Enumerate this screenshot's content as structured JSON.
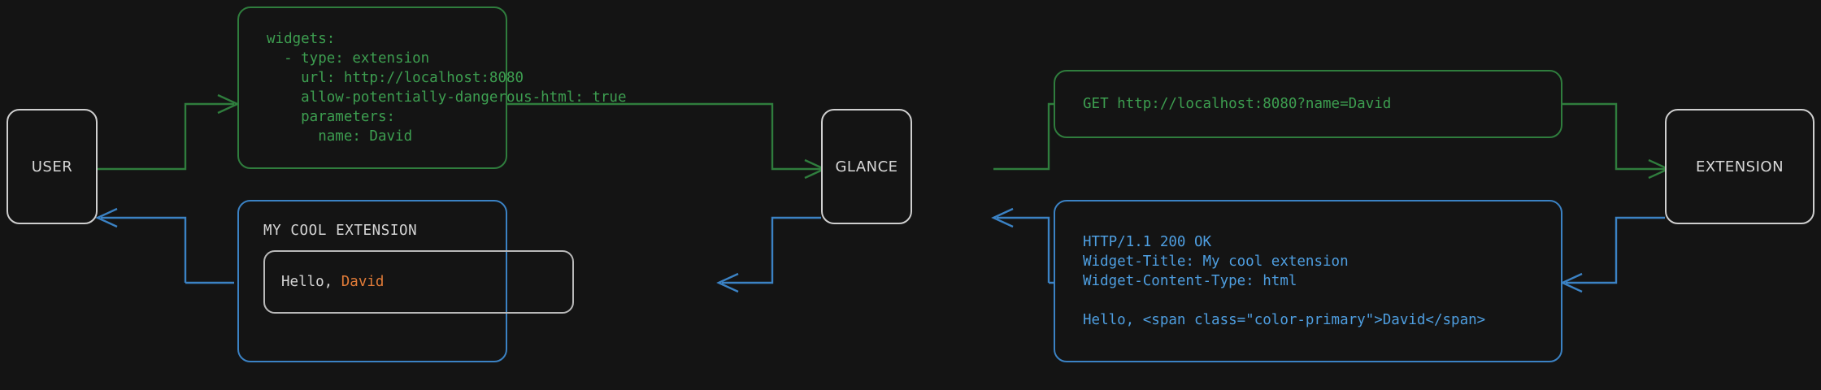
{
  "diagram": {
    "background": "#141414",
    "colors": {
      "green": "#3d9e50",
      "green_border": "#2f7d3d",
      "blue": "#4e9ee0",
      "blue_border": "#3b82c4",
      "neutral": "#cfcfcf",
      "accent_orange": "#e07b38"
    },
    "nodes": {
      "user": {
        "label": "USER"
      },
      "glance": {
        "label": "GLANCE"
      },
      "extension": {
        "label": "EXTENSION"
      }
    },
    "config_box": {
      "code": "widgets:\n  - type: extension\n    url: http://localhost:8080\n    allow-potentially-dangerous-html: true\n    parameters:\n      name: David"
    },
    "request_box": {
      "code": "GET http://localhost:8080?name=David"
    },
    "response_box": {
      "code": "HTTP/1.1 200 OK\nWidget-Title: My cool extension\nWidget-Content-Type: html\n\nHello, <span class=\"color-primary\">David</span>"
    },
    "widget_preview": {
      "title": "MY COOL EXTENSION",
      "greeting_prefix": "Hello, ",
      "greeting_name": "David"
    }
  }
}
